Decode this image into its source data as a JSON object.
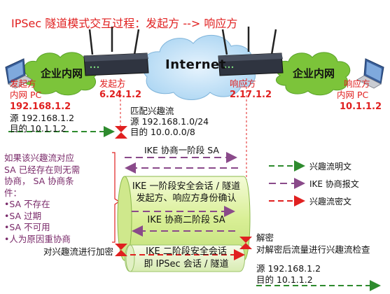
{
  "title": "IPSec 隧道模式交互过程：发起方 --> 响应方",
  "internet_label": "Internet",
  "clouds": {
    "left_label": "企业内网",
    "right_label": "企业内网"
  },
  "left_pc": {
    "role": "发起方",
    "name": "内网 PC",
    "ip": "192.168.1.2"
  },
  "right_pc": {
    "role": "响应方",
    "name": "内网 PC",
    "ip": "10.1.1.2"
  },
  "left_router": {
    "role": "发起方",
    "ip": "6.24.1.2"
  },
  "right_router": {
    "role": "响应方",
    "ip": "2.17.1.2"
  },
  "initial_packet": {
    "src": "源 192.168.1.2",
    "dst": "目的 10.1.1.2"
  },
  "match_flow": {
    "title": "匹配兴趣流",
    "src": "源 192.168.1.0/24",
    "dst": "目的 10.0.0.0/8"
  },
  "ike_phase1": "IKE 协商一阶段 SA",
  "tube_green": {
    "line1": "IKE 一阶段安全会话 / 隧道",
    "line2": "发起方、响应方身份确认"
  },
  "ike_phase2": "IKE 协商二阶段 SA",
  "tube_inner": {
    "line1": "IKE 二阶段安全会话",
    "line2": "即 IPSec 会话 / 隧道"
  },
  "note": {
    "lines": [
      "如果该兴趣流对应",
      "SA 已经存在则无需",
      "协商， SA 协商条",
      "件：",
      "•SA 不存在",
      "•SA 过期",
      "•SA 不可用",
      "•人为原因重协商"
    ]
  },
  "encrypt_label": "对兴趣流进行加密",
  "decrypt_label": "解密",
  "decrypt_check_label": "对解密后流量进行兴趣流检查",
  "final_packet": {
    "src": "源 192.168.1.2",
    "dst": "目的 10.1.1.2"
  },
  "legend": [
    {
      "label": "兴趣流明文",
      "color": "#2e8b2e"
    },
    {
      "label": "IKE 协商报文",
      "color": "#8a4a8a"
    },
    {
      "label": "兴趣流密文",
      "color": "#e02020"
    }
  ],
  "colors": {
    "red": "#e02020",
    "green_arrow": "#2e8b2e",
    "purple_arrow": "#8a4a8a",
    "cloud_green": "#7cc43a",
    "cloud_blue": "#bfe0f6",
    "tube_green": "#dff2a8",
    "tube_inner": "#e9f5cf"
  },
  "icons": [
    "laptop-icon",
    "router-icon",
    "cloud-icon",
    "hourglass-icon"
  ]
}
